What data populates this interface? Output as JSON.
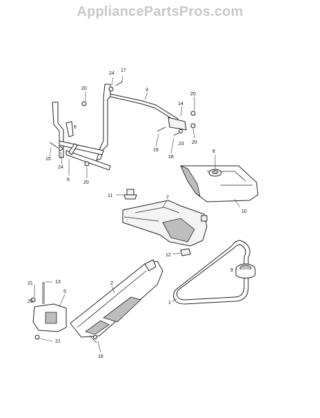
{
  "watermark": "AppliancePartsPros.com",
  "callouts": [
    "1",
    "2",
    "3",
    "5",
    "6",
    "6",
    "7",
    "8",
    "9",
    "10",
    "11",
    "12",
    "13",
    "14",
    "15",
    "16",
    "17",
    "18",
    "19",
    "20",
    "20",
    "20",
    "20",
    "20",
    "21",
    "21",
    "23",
    "24",
    "24"
  ]
}
